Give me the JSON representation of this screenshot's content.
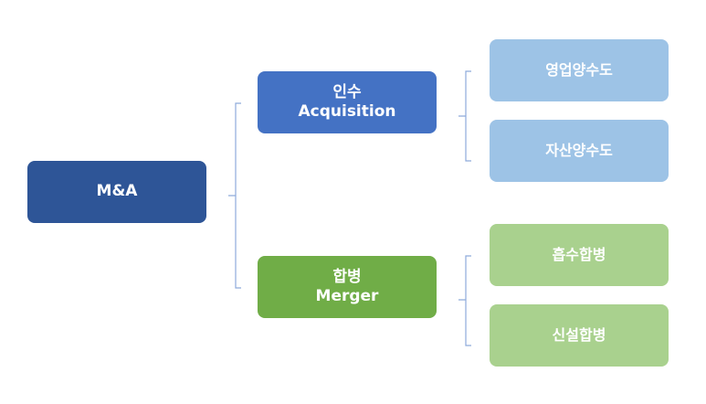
{
  "colors": {
    "root": "#2e5597",
    "acquisition": "#4472c4",
    "acquisition_leaf": "#9dc3e6",
    "merger": "#70ad47",
    "merger_leaf": "#a9d18e",
    "connector": "#8eaadb"
  },
  "root": {
    "label": "M&A"
  },
  "branches": [
    {
      "label_ko": "인수",
      "label_en": "Acquisition",
      "children": [
        "영업양수도",
        "자산양수도"
      ]
    },
    {
      "label_ko": "합병",
      "label_en": "Merger",
      "children": [
        "흡수합병",
        "신설합병"
      ]
    }
  ]
}
